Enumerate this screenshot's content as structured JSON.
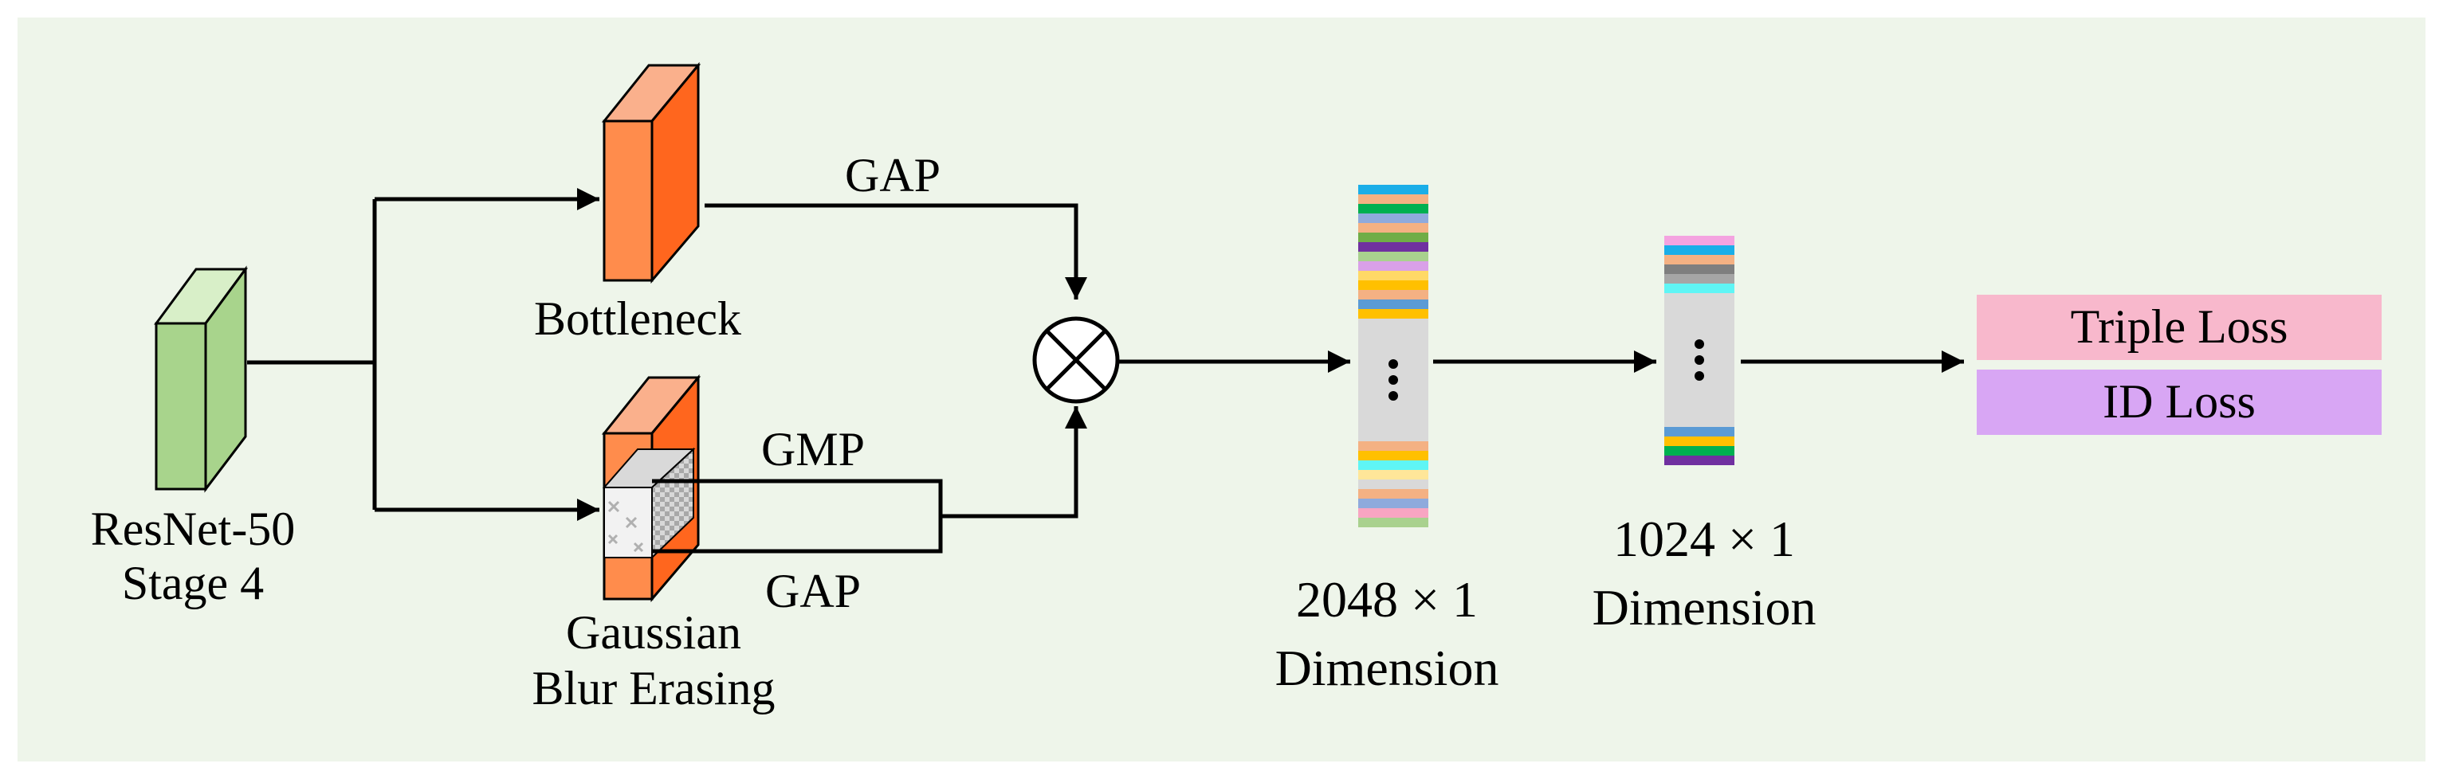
{
  "labels": {
    "resnet_line1": "ResNet-50",
    "resnet_line2": "Stage 4",
    "bottleneck": "Bottleneck",
    "gbe_line1": "Gaussian",
    "gbe_line2": "Blur Erasing",
    "gap_top": "GAP",
    "gmp": "GMP",
    "gap_bottom": "GAP",
    "dim2048_line1": "2048 × 1",
    "dim2048_line2": "Dimension",
    "dim1024_line1": "1024 × 1",
    "dim1024_line2": "Dimension",
    "multiply_symbol": "⊗",
    "ellipsis": "⋮"
  },
  "losses": [
    {
      "label": "Triple Loss",
      "color": "#F8B8CC"
    },
    {
      "label": "ID Loss",
      "color": "#D8A6F4"
    }
  ],
  "colors": {
    "background": "#EEF5EA",
    "resnet_front": "#A8D48C",
    "resnet_side": "#8CC070",
    "resnet_top": "#D8EFC8",
    "bottleneck_front": "#FF661E",
    "bottleneck_side": "#FF8C4C",
    "bottleneck_top": "#FAB08C",
    "erasing_patch": "#B8B8B8",
    "vector_gray": "#D9D9D9",
    "stroke": "#000000"
  },
  "vector2048": {
    "top_stripes": [
      "#1AAEE8",
      "#F4B183",
      "#00B050",
      "#8FAADC",
      "#F4B183",
      "#70AD47",
      "#7030A0",
      "#A9D18E",
      "#D9A0E8",
      "#FFD966",
      "#FFC000",
      "#F4B183",
      "#5B9BD5",
      "#FFC000"
    ],
    "bottom_stripes": [
      "#F4B183",
      "#FFC000",
      "#5FF5F5",
      "#FFE699",
      "#D9D9D9",
      "#F4B183",
      "#8FAADC",
      "#F8A5C2",
      "#A9D18E"
    ]
  },
  "vector1024": {
    "top_stripes": [
      "#F4A3E0",
      "#1AAEE8",
      "#F4B183",
      "#7F7F7F",
      "#A6A6A6",
      "#5FF5F5"
    ],
    "bottom_stripes": [
      "#5B9BD5",
      "#FFC000",
      "#00B050",
      "#7030A0"
    ]
  }
}
